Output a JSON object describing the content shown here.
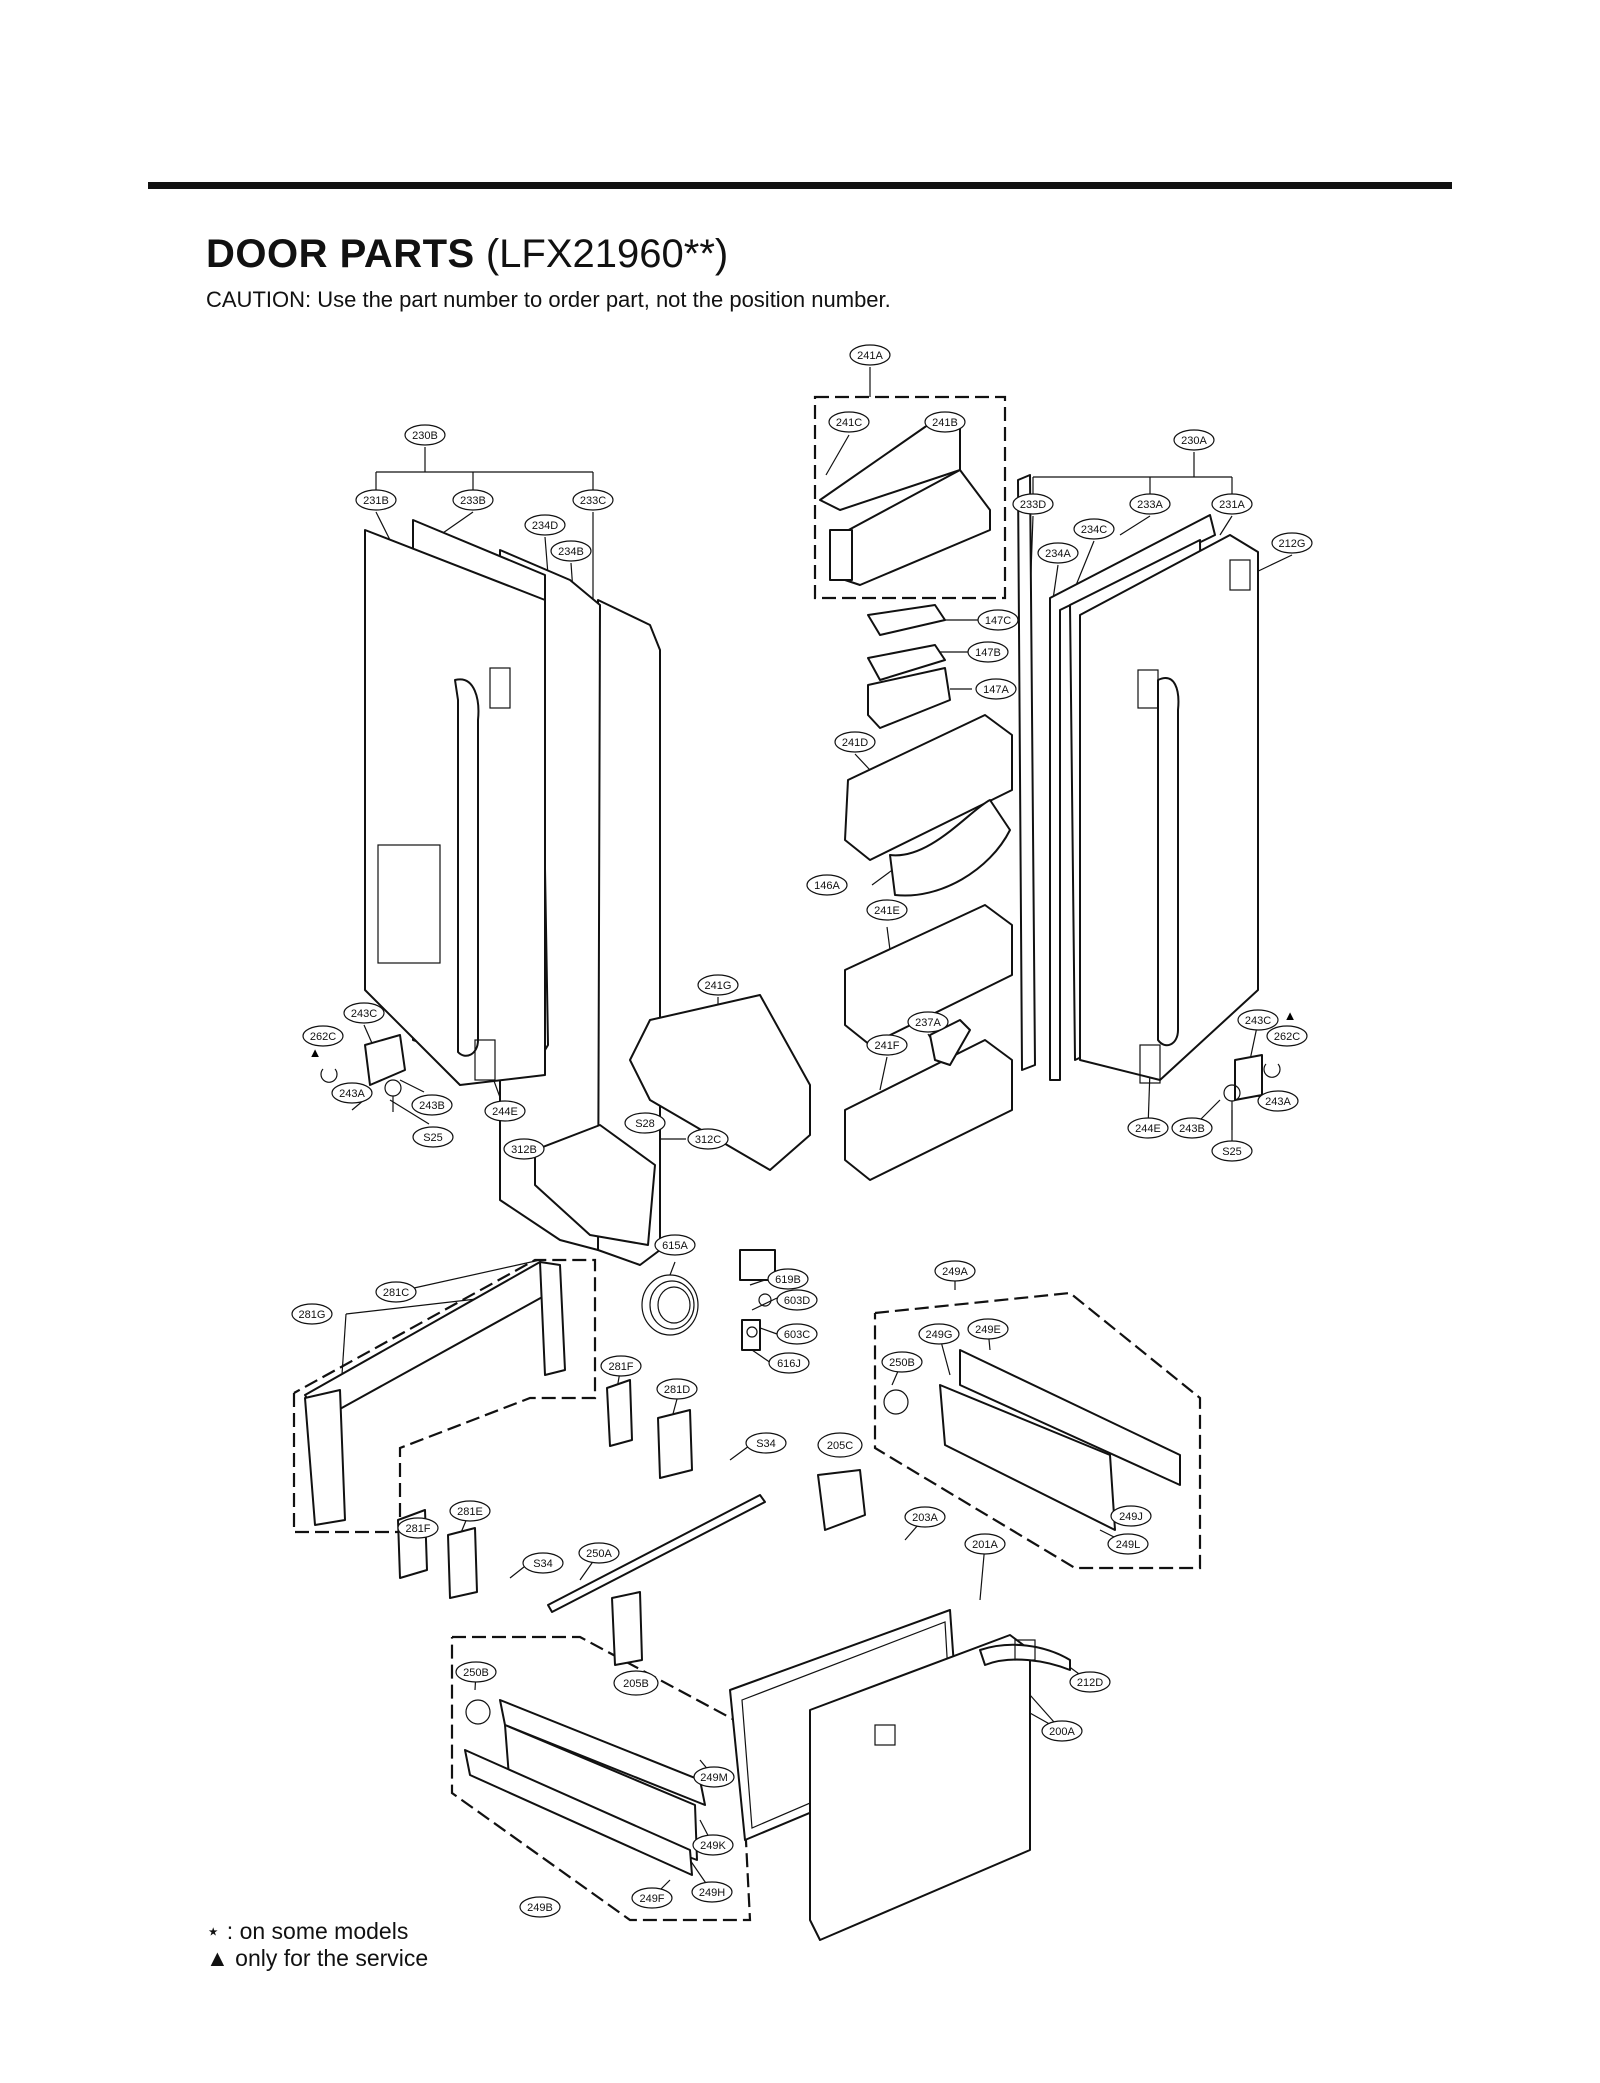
{
  "header": {
    "title_bold": "DOOR PARTS",
    "title_model": "(LFX21960**)",
    "caution": "CAUTION: Use the part number to order part, not the position number."
  },
  "notes": {
    "some_models": "⋆ : on some models",
    "service_only": "▲ only for the service"
  },
  "part_labels": [
    {
      "id": "241A",
      "key": "241a"
    },
    {
      "id": "241C",
      "key": "241c"
    },
    {
      "id": "241B",
      "key": "241b"
    },
    {
      "id": "230B",
      "key": "230b"
    },
    {
      "id": "230A",
      "key": "230a"
    },
    {
      "id": "231B",
      "key": "231b"
    },
    {
      "id": "233B",
      "key": "233b"
    },
    {
      "id": "233C",
      "key": "233c"
    },
    {
      "id": "234D",
      "key": "234d"
    },
    {
      "id": "234B",
      "key": "234b"
    },
    {
      "id": "233D",
      "key": "233d"
    },
    {
      "id": "233A",
      "key": "233a"
    },
    {
      "id": "231A",
      "key": "231a"
    },
    {
      "id": "234C",
      "key": "234c"
    },
    {
      "id": "234A",
      "key": "234a"
    },
    {
      "id": "212G",
      "key": "212g"
    },
    {
      "id": "147C",
      "key": "147c"
    },
    {
      "id": "147B",
      "key": "147b"
    },
    {
      "id": "147A",
      "key": "147a"
    },
    {
      "id": "241D",
      "key": "241d"
    },
    {
      "id": "146A",
      "key": "146a"
    },
    {
      "id": "241E",
      "key": "241e"
    },
    {
      "id": "241G",
      "key": "241g"
    },
    {
      "id": "237A",
      "key": "237a"
    },
    {
      "id": "241F",
      "key": "241f"
    },
    {
      "id": "243C",
      "key": "243c-left"
    },
    {
      "id": "262C",
      "key": "262c-left"
    },
    {
      "id": "243A",
      "key": "243a-left"
    },
    {
      "id": "243B",
      "key": "243b-left"
    },
    {
      "id": "S25",
      "key": "s25-left"
    },
    {
      "id": "244E",
      "key": "244e-left"
    },
    {
      "id": "243C",
      "key": "243c-right"
    },
    {
      "id": "262C",
      "key": "262c-right"
    },
    {
      "id": "243A",
      "key": "243a-right"
    },
    {
      "id": "244E",
      "key": "244e-right"
    },
    {
      "id": "243B",
      "key": "243b-right"
    },
    {
      "id": "S25",
      "key": "s25-right"
    },
    {
      "id": "S28",
      "key": "s28"
    },
    {
      "id": "312C",
      "key": "312c"
    },
    {
      "id": "312B",
      "key": "312b"
    },
    {
      "id": "615A",
      "key": "615a"
    },
    {
      "id": "619B",
      "key": "619b"
    },
    {
      "id": "603D",
      "key": "603d"
    },
    {
      "id": "603C",
      "key": "603c"
    },
    {
      "id": "616J",
      "key": "616j"
    },
    {
      "id": "281C",
      "key": "281c"
    },
    {
      "id": "281G",
      "key": "281g"
    },
    {
      "id": "281F",
      "key": "281f-upper"
    },
    {
      "id": "281D",
      "key": "281d"
    },
    {
      "id": "S34",
      "key": "s34-upper"
    },
    {
      "id": "205C",
      "key": "205c"
    },
    {
      "id": "249A",
      "key": "249a"
    },
    {
      "id": "249G",
      "key": "249g"
    },
    {
      "id": "249E",
      "key": "249e"
    },
    {
      "id": "250B",
      "key": "250b-right"
    },
    {
      "id": "249J",
      "key": "249j"
    },
    {
      "id": "249L",
      "key": "249l"
    },
    {
      "id": "281F",
      "key": "281f-lower"
    },
    {
      "id": "281E",
      "key": "281e"
    },
    {
      "id": "S34",
      "key": "s34-lower"
    },
    {
      "id": "250A",
      "key": "250a"
    },
    {
      "id": "203A",
      "key": "203a"
    },
    {
      "id": "201A",
      "key": "201a"
    },
    {
      "id": "205B",
      "key": "205b"
    },
    {
      "id": "250B",
      "key": "250b-left"
    },
    {
      "id": "212D",
      "key": "212d"
    },
    {
      "id": "200A",
      "key": "200a"
    },
    {
      "id": "249M",
      "key": "249m"
    },
    {
      "id": "249K",
      "key": "249k"
    },
    {
      "id": "249H",
      "key": "249h"
    },
    {
      "id": "249F",
      "key": "249f"
    },
    {
      "id": "249B",
      "key": "249b"
    }
  ],
  "service_markers": [
    "▲",
    "▲"
  ]
}
